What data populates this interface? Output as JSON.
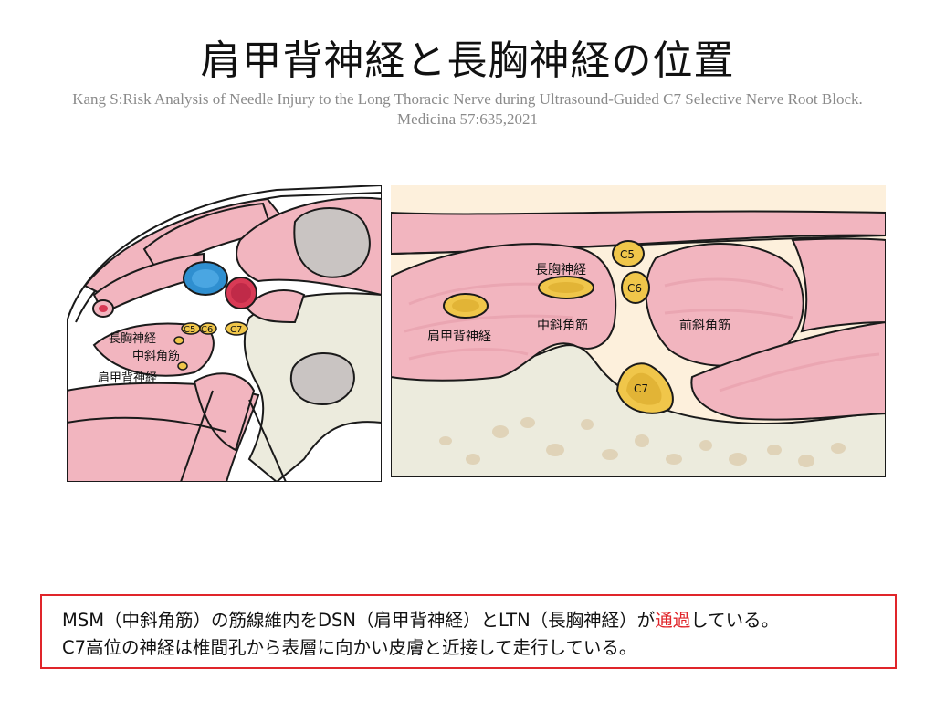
{
  "title": "肩甲背神経と長胸神経の位置",
  "citation": {
    "line1": "Kang S:Risk Analysis of Needle Injury to the Long Thoracic Nerve during Ultrasound-Guided C7 Selective Nerve Root Block.",
    "line2": "Medicina 57:635,2021"
  },
  "left_figure": {
    "labels": {
      "ltn": "長胸神経",
      "msm": "中斜角筋",
      "dsn": "肩甲背神経",
      "c5": "C5",
      "c6": "C6",
      "c7": "C7"
    }
  },
  "right_figure": {
    "labels": {
      "c5": "C5",
      "c6": "C6",
      "c7": "C7",
      "ltn": "長胸神経",
      "msm": "中斜角筋",
      "dsn": "肩甲背神経",
      "asm": "前斜角筋"
    }
  },
  "note": {
    "line1_pre": "MSM（中斜角筋）の筋線維内をDSN（肩甲背神経）とLTN（長胸神経）が",
    "line1_highlight": "通過",
    "line1_post": "している。",
    "line2": "C7高位の神経は椎間孔から表層に向かい皮膚と近接して走行している。",
    "highlight_color": "#e0252a"
  },
  "colors": {
    "muscle": "#f2b5bf",
    "muscle_stroke": "#1a1a1a",
    "bone": "#ecebdd",
    "nerve": "#f0c64a",
    "artery": "#d83a55",
    "vein": "#2f8fd0",
    "vertebral_body": "#c9c4c2",
    "skin_band": "#fdf0dc"
  }
}
